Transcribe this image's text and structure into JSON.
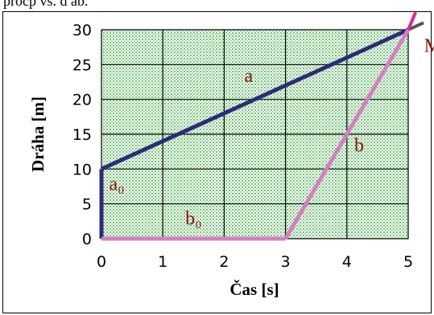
{
  "page": {
    "top_text": "procp vs. d ab."
  },
  "chart_data": {
    "type": "line",
    "title": "",
    "xlabel": "Čas [s]",
    "ylabel": "Dráha [m]",
    "xlim": [
      0,
      5
    ],
    "ylim": [
      0,
      30
    ],
    "xticks": [
      "0",
      "1",
      "2",
      "3",
      "4",
      "5"
    ],
    "yticks": [
      "0",
      "5",
      "10",
      "15",
      "20",
      "25",
      "30"
    ],
    "grid": true,
    "plot_background": "dotted-green",
    "series": [
      {
        "name": "a",
        "color": "#2e2a7a",
        "x": [
          0,
          5
        ],
        "y": [
          10,
          30
        ]
      },
      {
        "name": "b",
        "color": "#d47fc0",
        "x": [
          3,
          5
        ],
        "y": [
          0,
          30
        ]
      },
      {
        "name": "a0",
        "color": "#2e2a7a",
        "x": [
          0,
          0
        ],
        "y": [
          0,
          10
        ]
      },
      {
        "name": "b0",
        "color": "#d47fc0",
        "x": [
          0,
          3
        ],
        "y": [
          0,
          0
        ]
      }
    ],
    "extensions": [
      {
        "color": "#555555",
        "x": [
          5,
          5.25
        ],
        "y": [
          30,
          31
        ]
      },
      {
        "color": "#e02a8a",
        "x": [
          5,
          5.12
        ],
        "y": [
          30,
          32.5
        ]
      }
    ],
    "labels": [
      {
        "text": "a",
        "x": 2.4,
        "y": 22.5
      },
      {
        "text": "b",
        "x": 4.2,
        "y": 12.5
      },
      {
        "text": "a₀",
        "x": 0.25,
        "y": 7
      },
      {
        "text": "b₀",
        "x": 1.5,
        "y": 2
      },
      {
        "text": "M",
        "x": 5.4,
        "y": 26.8
      }
    ]
  }
}
